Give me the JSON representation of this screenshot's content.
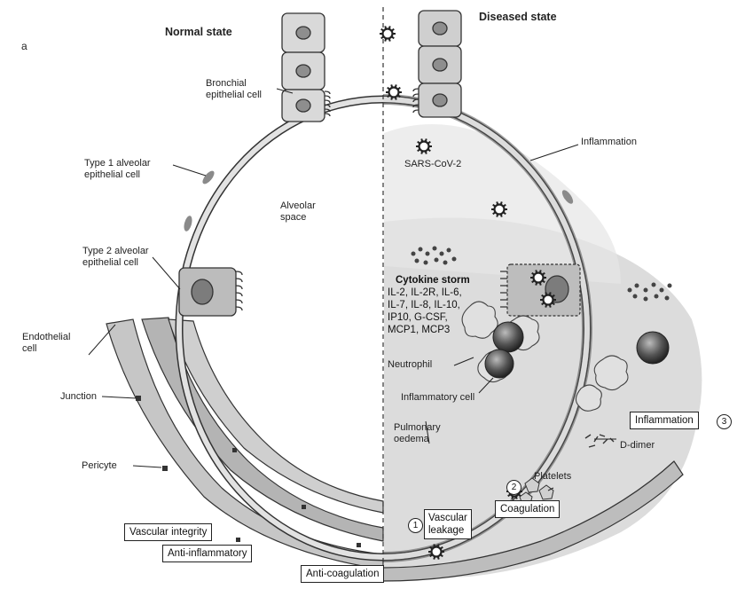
{
  "panel_letter": "a",
  "normal_state": "Normal state",
  "diseased_state": "Diseased state",
  "labels": {
    "bronchial": "Bronchial\nepithelial cell",
    "type1": "Type 1 alveolar\nepithelial cell",
    "type2": "Type 2 alveolar\nepithelial cell",
    "alveolar_space": "Alveolar\nspace",
    "endothelial": "Endothelial\ncell",
    "junction": "Junction",
    "pericyte": "Pericyte",
    "inflammation_top": "Inflammation",
    "sars": "SARS-CoV-2",
    "cytokine_title": "Cytokine storm",
    "cytokine_list": "IL-2, IL-2R, IL-6,\nIL-7, IL-8, IL-10,\nIP10, G-CSF,\nMCP1, MCP3",
    "neutrophil": "Neutrophil",
    "inflammatory_cell": "Inflammatory cell",
    "pulmonary_oedema": "Pulmonary\noedema",
    "d_dimer": "D-dimer",
    "platelets": "Platelets"
  },
  "boxes": {
    "vascular_integrity": "Vascular integrity",
    "anti_inflammatory": "Anti-inflammatory",
    "anti_coagulation": "Anti-coagulation",
    "vascular_leakage": "Vascular\nleakage",
    "coagulation": "Coagulation",
    "inflammation_box": "Inflammation"
  },
  "numbers": {
    "one": "1",
    "two": "2",
    "three": "3"
  },
  "colors": {
    "cell_fill": "#d9d9d9",
    "cell_stroke": "#3a3a3a",
    "nucleus": "#8e8e8e",
    "diseased_fill": "#c4c4c4",
    "virus": "#222222",
    "vessel": "#bdbdbd"
  }
}
